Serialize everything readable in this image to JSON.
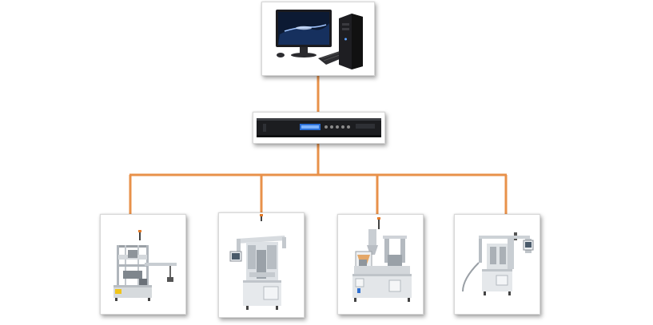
{
  "diagram": {
    "connector_color": "#e8914a",
    "nodes": [
      {
        "id": "computer",
        "icon": "desktop-computer-icon"
      },
      {
        "id": "controller",
        "icon": "rack-controller-icon"
      },
      {
        "id": "machine-1",
        "icon": "capsule-filling-machine-icon"
      },
      {
        "id": "machine-2",
        "icon": "rotary-filling-machine-icon"
      },
      {
        "id": "machine-3",
        "icon": "cup-filling-machine-icon"
      },
      {
        "id": "machine-4",
        "icon": "sealing-machine-icon"
      }
    ],
    "edges": [
      {
        "from": "computer",
        "to": "controller"
      },
      {
        "from": "controller",
        "to": "machine-1"
      },
      {
        "from": "controller",
        "to": "machine-2"
      },
      {
        "from": "controller",
        "to": "machine-3"
      },
      {
        "from": "controller",
        "to": "machine-4"
      }
    ]
  }
}
